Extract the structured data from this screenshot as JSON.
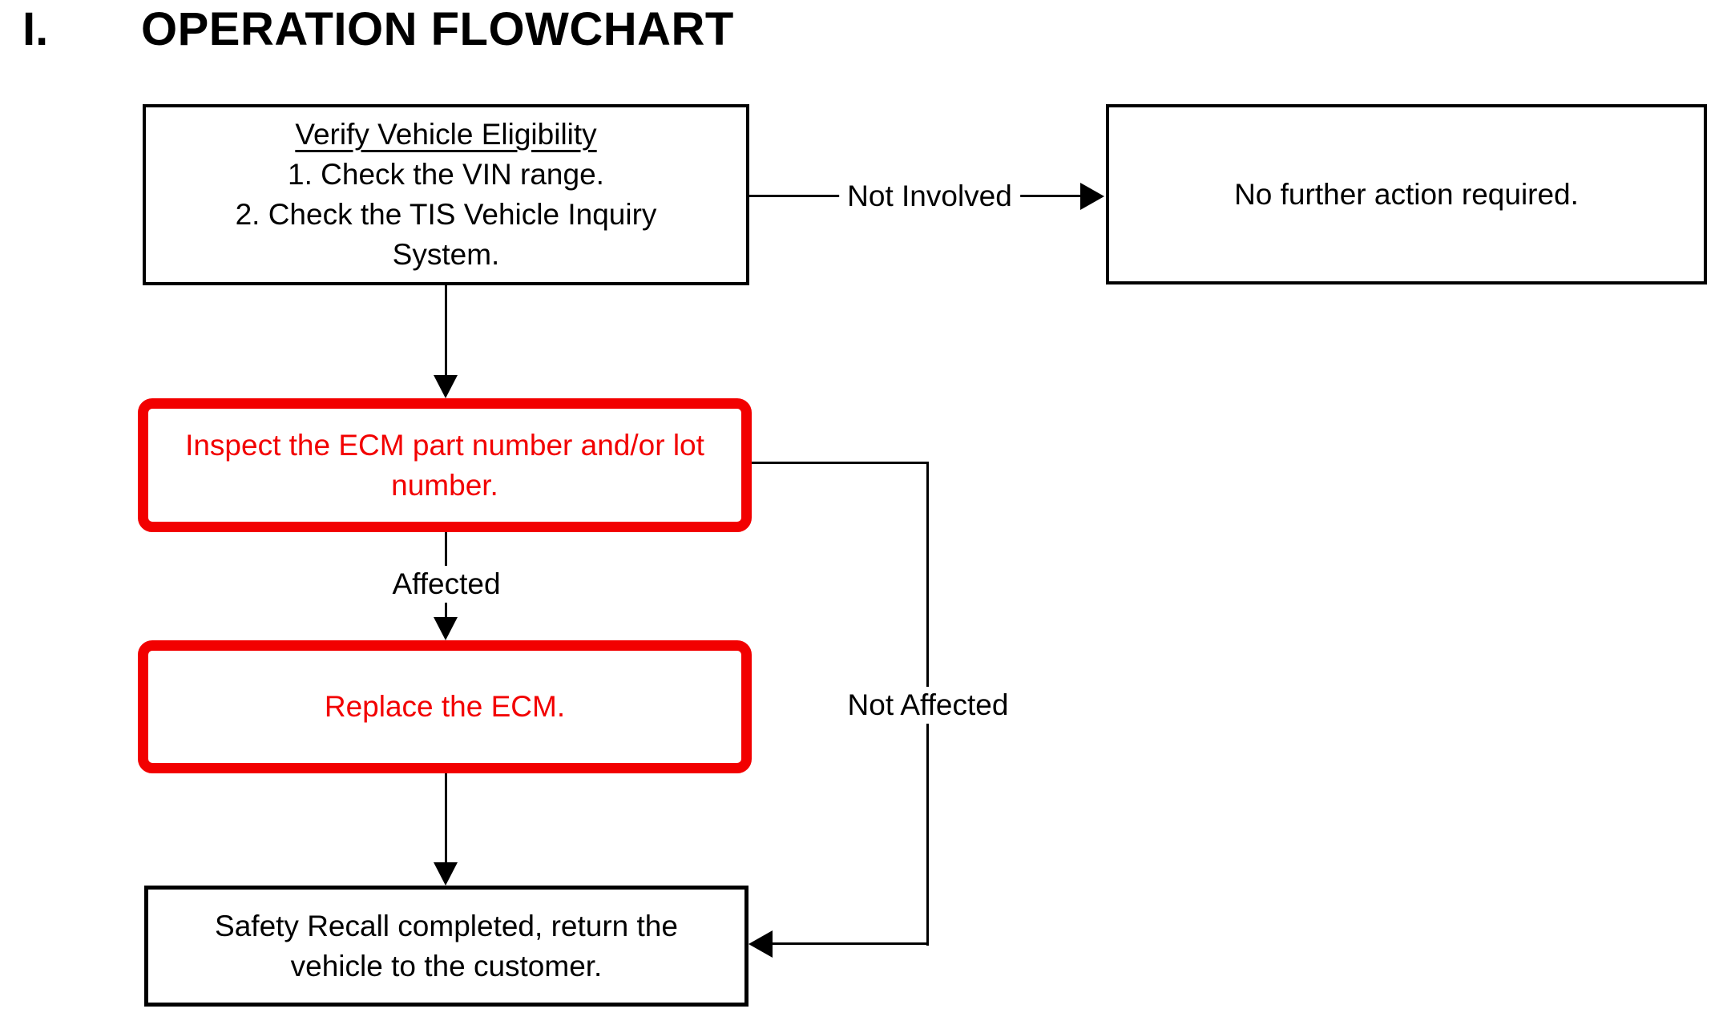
{
  "title": {
    "numeral": "I.",
    "text": "OPERATION FLOWCHART"
  },
  "colors": {
    "highlight_red": "#f20000",
    "line_black": "#000000",
    "page_background": "#ffffff"
  },
  "nodes": {
    "verify": {
      "heading": "Verify Vehicle Eligibility",
      "step1": "1. Check the VIN range.",
      "step2": "2. Check the TIS Vehicle Inquiry System."
    },
    "no_action": {
      "text": "No further action required."
    },
    "inspect": {
      "text": "Inspect the ECM part number and/or lot number."
    },
    "replace": {
      "text": "Replace the ECM."
    },
    "complete": {
      "text": "Safety Recall completed, return the vehicle to the customer."
    }
  },
  "edges": [
    {
      "from": "verify",
      "to": "no_action",
      "label": "Not Involved"
    },
    {
      "from": "verify",
      "to": "inspect",
      "label": ""
    },
    {
      "from": "inspect",
      "to": "replace",
      "label": "Affected"
    },
    {
      "from": "replace",
      "to": "complete",
      "label": ""
    },
    {
      "from": "inspect",
      "to": "complete",
      "label": "Not Affected"
    }
  ]
}
